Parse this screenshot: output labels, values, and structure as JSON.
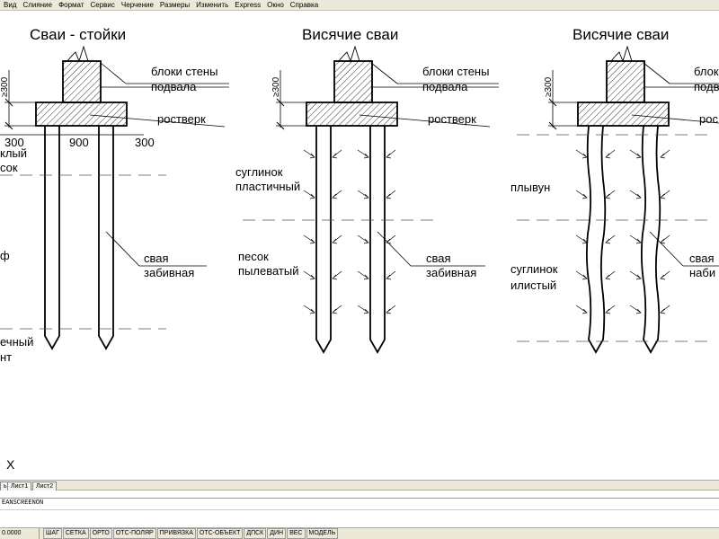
{
  "menu": [
    "Вид",
    "Слияние",
    "Формат",
    "Сервис",
    "Черчение",
    "Размеры",
    "Изменить",
    "Express",
    "Окно",
    "Справка"
  ],
  "drawing": {
    "sections": [
      {
        "title": "Сваи - стойки",
        "wall_label_1": "блоки стены",
        "wall_label_2": "подвала",
        "grillage_label": "ростверк",
        "pile_label_1": "свая",
        "pile_label_2": "забивная",
        "depth_dim": "≥300",
        "dims": [
          "300",
          "900",
          "300"
        ],
        "soil_labels": [
          "клый",
          "сок",
          "ф",
          "ечный",
          "нт"
        ]
      },
      {
        "title": "Висячие сваи",
        "wall_label_1": "блоки стены",
        "wall_label_2": "подвала",
        "grillage_label": "ростверк",
        "pile_label_1": "свая",
        "pile_label_2": "забивная",
        "depth_dim": "≥300",
        "soil_labels": [
          "суглинок",
          "пластичный",
          "песок",
          "пылеватый"
        ]
      },
      {
        "title": "Висячие сваи",
        "wall_label_1": "блоки с",
        "wall_label_2": "подвал",
        "grillage_label": "рос",
        "pile_label_1": "свая",
        "pile_label_2": "наби",
        "depth_dim": "≥300",
        "soil_labels": [
          "плывун",
          "суглинок",
          "илистый"
        ]
      }
    ],
    "ucs_mark": "X"
  },
  "tabs": [
    "ь",
    "Лист1",
    "Лист2"
  ],
  "command": {
    "line1": "EANSCREENON"
  },
  "status": {
    "coords": "0.0000",
    "buttons": [
      "ШАГ",
      "СЕТКА",
      "ОРТО",
      "ОТС-ПОЛЯР",
      "ПРИВЯЗКА",
      "ОТС-ОБЪЕКТ",
      "ДПСК",
      "ДИН",
      "ВЕС",
      "МОДЕЛЬ"
    ]
  }
}
